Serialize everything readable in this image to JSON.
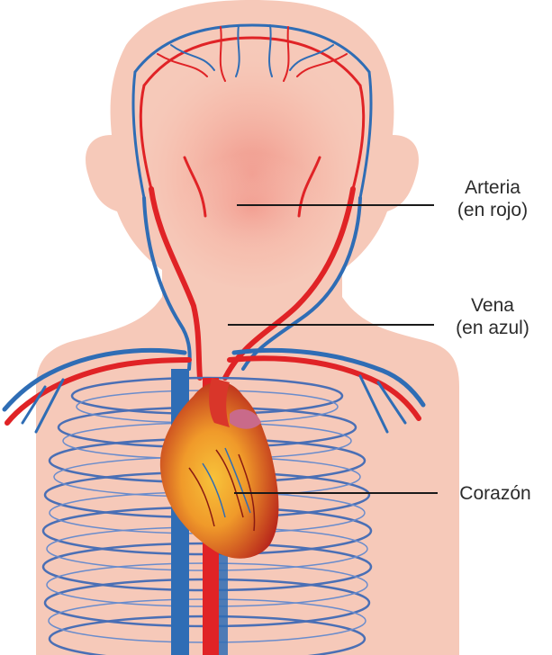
{
  "labels": {
    "artery": {
      "line1": "Arteria",
      "line2": "(en rojo)"
    },
    "vein": {
      "line1": "Vena",
      "line2": "(en azul)"
    },
    "heart": {
      "line1": "Corazón"
    }
  },
  "colors": {
    "skin": "#f6c9b9",
    "skin_light": "#fbd9cc",
    "face_glow": "#f39a8e",
    "artery": "#e02326",
    "vein": "#2f6db5",
    "heart_red": "#cc2b1f",
    "heart_yellow": "#f4b531",
    "leader_line": "#1a1a1a"
  }
}
